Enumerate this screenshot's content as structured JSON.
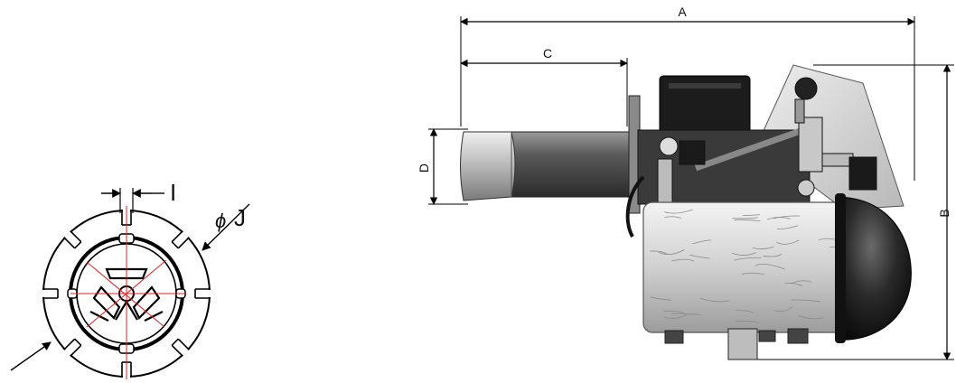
{
  "flange_view": {
    "label_i": "I",
    "label_j": "J",
    "diameter_symbol": "ϕ",
    "guide_color": "#e02020"
  },
  "burner_view": {
    "label_a": "A",
    "label_b": "B",
    "label_c": "C",
    "label_d": "D"
  }
}
